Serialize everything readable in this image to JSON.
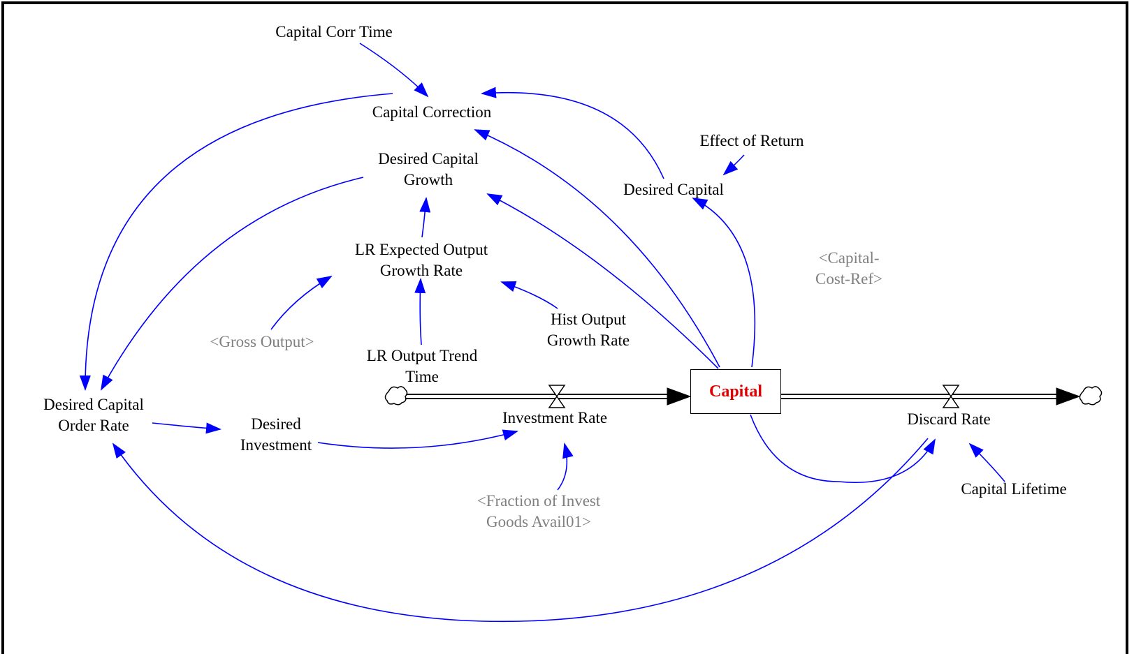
{
  "diagram": {
    "stock": {
      "name": "Capital",
      "color": "#e00000"
    },
    "flows": {
      "investment": "Investment Rate",
      "discard": "Discard Rate"
    },
    "variables": {
      "capital_corr_time": "Capital Corr Time",
      "capital_correction": "Capital Correction",
      "desired_capital_growth": "Desired Capital\nGrowth",
      "effect_of_return": "Effect of Return",
      "desired_capital": "Desired Capital",
      "lr_expected_output_growth_rate": "LR Expected Output\nGrowth Rate",
      "lr_output_trend_time": "LR Output Trend\nTime",
      "hist_output_growth_rate": "Hist Output\nGrowth Rate",
      "desired_capital_order_rate": "Desired Capital\nOrder Rate",
      "desired_investment": "Desired\nInvestment",
      "capital_lifetime": "Capital Lifetime"
    },
    "shadow_variables": {
      "gross_output": "<Gross Output>",
      "capital_cost_ref": "<Capital-\nCost-Ref>",
      "fraction_of_invest_goods": "<Fraction of Invest\nGoods Avail01>"
    },
    "colors": {
      "link": "#0000ff",
      "arrowhead": "#0000ff",
      "text": "#000000",
      "shadow_text": "#808080",
      "flow": "#000000",
      "frame": "#000000"
    }
  }
}
